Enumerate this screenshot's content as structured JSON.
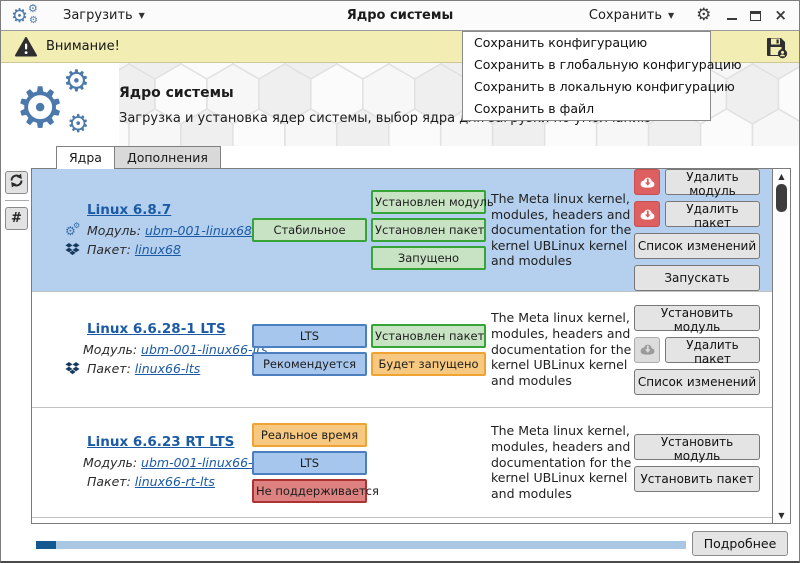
{
  "titlebar": {
    "load_label": "Загрузить",
    "title": "Ядро системы",
    "save_label": "Сохранить"
  },
  "icons": {
    "gear": "⚙",
    "caret_down": "▼",
    "hash": "#",
    "scroll_up": "▲",
    "scroll_down": "▼",
    "close": "×",
    "app_logo": "gears-cluster",
    "settings": "gear",
    "warning": "triangle-exclamation",
    "save_badge": "floppy-with-user",
    "refresh": "circular-arrows",
    "module": "blue-gears",
    "package": "box-diamonds",
    "cloud_download": "cloud-arrow-down"
  },
  "warning_bar": {
    "text": "Внимание!"
  },
  "save_menu": [
    "Сохранить конфигурацию",
    "Сохранить в глобальную конфигурацию",
    "Сохранить в локальную конфигурацию",
    "Сохранить в файл"
  ],
  "header": {
    "title": "Ядро системы",
    "subtitle": "Загрузка и установка ядер системы, выбор ядра для загрузки по умолчанию"
  },
  "tabs": [
    {
      "label": "Ядра",
      "active": true
    },
    {
      "label": "Дополнения",
      "active": false
    }
  ],
  "kernels": [
    {
      "name": "Linux 6.8.7",
      "module_label": "Модуль:",
      "module_value": "ubm-001-linux68",
      "package_label": "Пакет:",
      "package_value": "linux68",
      "module_icon": true,
      "package_icon": true,
      "selected": true,
      "badges_col1": [
        {
          "label": "Стабильное",
          "type": "green"
        }
      ],
      "badges_col2": [
        {
          "label": "Установлен модуль",
          "type": "green"
        },
        {
          "label": "Установлен пакет",
          "type": "green"
        },
        {
          "label": "Запущено",
          "type": "green"
        }
      ],
      "description": "The Meta linux kernel, modules, headers and documentation for the kernel UBLinux kernel and modules",
      "buttons": [
        {
          "label": "Удалить модуль",
          "icon": "red-cloud"
        },
        {
          "label": "Удалить пакет",
          "icon": "red-cloud"
        },
        {
          "label": "Список изменений"
        },
        {
          "label": "Запускать"
        }
      ]
    },
    {
      "name": "Linux 6.6.28-1 LTS",
      "module_label": "Модуль:",
      "module_value": "ubm-001-linux66-lts",
      "package_label": "Пакет:",
      "package_value": "linux66-lts",
      "module_icon": false,
      "package_icon": true,
      "selected": false,
      "badges_col1": [
        {
          "label": "LTS",
          "type": "blue"
        },
        {
          "label": "Рекомендуется",
          "type": "blue"
        }
      ],
      "badges_col2": [
        {
          "label": "Установлен пакет",
          "type": "green"
        },
        {
          "label": "Будет запущено",
          "type": "orange"
        }
      ],
      "description": "The Meta linux kernel, modules, headers and documentation for the kernel UBLinux kernel and modules",
      "buttons": [
        {
          "label": "Установить модуль"
        },
        {
          "label": "Удалить пакет",
          "icon": "gray-cloud"
        },
        {
          "label": "Список изменений"
        }
      ]
    },
    {
      "name": "Linux 6.6.23 RT LTS",
      "module_label": "Модуль:",
      "module_value": "ubm-001-linux66-rt-lts",
      "package_label": "Пакет:",
      "package_value": "linux66-rt-lts",
      "module_icon": false,
      "package_icon": false,
      "selected": false,
      "badges_col1": [
        {
          "label": "Реальное время",
          "type": "orange"
        },
        {
          "label": "LTS",
          "type": "blue"
        },
        {
          "label": "Не поддерживается",
          "type": "red"
        }
      ],
      "badges_col2": [],
      "description": "The Meta linux kernel, modules, headers and documentation for the kernel UBLinux kernel and modules",
      "buttons": [
        {
          "label": "Установить модуль"
        },
        {
          "label": "Установить пакет"
        }
      ]
    }
  ],
  "footer": {
    "details_label": "Подробнее",
    "progress_percent": 3
  },
  "colors": {
    "accent_blue": "#4b79ab",
    "link": "#1b5aa5",
    "selected_row": "#b5d0ee",
    "warning_bg": "#f2edb2",
    "badge_green_bg": "#c8e3c4",
    "badge_green_border": "#37a437",
    "badge_blue_bg": "#a6c6ee",
    "badge_blue_border": "#4c7fc0",
    "badge_orange_bg": "#f7c87f",
    "badge_orange_border": "#f0a232",
    "badge_red_bg": "#dd8181",
    "badge_red_border": "#ad3333",
    "danger_red": "#dd5f5f",
    "progress_track": "#a9c6e2",
    "progress_fill": "#15578f"
  }
}
